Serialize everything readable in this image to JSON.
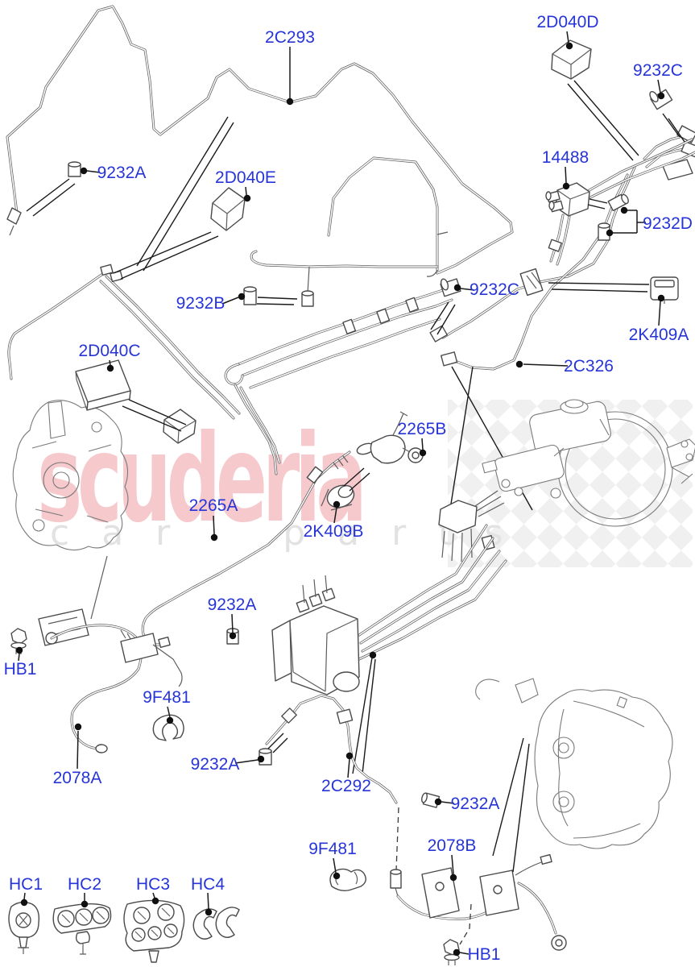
{
  "watermark": {
    "brand": "scuderia",
    "tagline": "car parts"
  },
  "colors": {
    "label_blue": "#2634d8",
    "watermark_pink": "#f5bcc1",
    "tagline_gray": "#e2e2e2",
    "line_gray": "#5d5d5d",
    "leader_black": "#1a1a1a",
    "background": "#ffffff"
  },
  "part_labels": [
    {
      "id": "2C293",
      "text": "2C293"
    },
    {
      "id": "2D040D",
      "text": "2D040D"
    },
    {
      "id": "9232C-top",
      "text": "9232C"
    },
    {
      "id": "14488",
      "text": "14488"
    },
    {
      "id": "9232D",
      "text": "9232D"
    },
    {
      "id": "9232C-mid",
      "text": "9232C"
    },
    {
      "id": "2K409A",
      "text": "2K409A"
    },
    {
      "id": "2C326",
      "text": "2C326"
    },
    {
      "id": "9232A-topleft",
      "text": "9232A"
    },
    {
      "id": "2D040E",
      "text": "2D040E"
    },
    {
      "id": "9232B",
      "text": "9232B"
    },
    {
      "id": "2D040C",
      "text": "2D040C"
    },
    {
      "id": "2265B",
      "text": "2265B"
    },
    {
      "id": "2265A",
      "text": "2265A"
    },
    {
      "id": "2K409B",
      "text": "2K409B"
    },
    {
      "id": "9232A-midleft",
      "text": "9232A"
    },
    {
      "id": "HB1-left",
      "text": "HB1"
    },
    {
      "id": "9F481-left",
      "text": "9F481"
    },
    {
      "id": "2078A",
      "text": "2078A"
    },
    {
      "id": "9232A-bottomleft",
      "text": "9232A"
    },
    {
      "id": "2C292",
      "text": "2C292"
    },
    {
      "id": "9232A-bottomright",
      "text": "9232A"
    },
    {
      "id": "9F481-bottom",
      "text": "9F481"
    },
    {
      "id": "2078B",
      "text": "2078B"
    },
    {
      "id": "HB1-bottom",
      "text": "HB1"
    },
    {
      "id": "HC1",
      "text": "HC1"
    },
    {
      "id": "HC2",
      "text": "HC2"
    },
    {
      "id": "HC3",
      "text": "HC3"
    },
    {
      "id": "HC4",
      "text": "HC4"
    }
  ]
}
